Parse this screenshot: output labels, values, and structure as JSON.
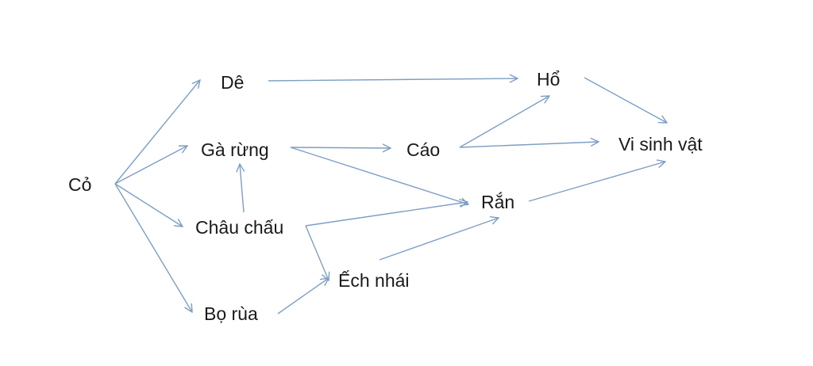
{
  "diagram": {
    "nodes": [
      {
        "id": "co",
        "label": "Cỏ"
      },
      {
        "id": "de",
        "label": "Dê"
      },
      {
        "id": "ga_rung",
        "label": "Gà rừng"
      },
      {
        "id": "chau_chau",
        "label": "Châu chấu"
      },
      {
        "id": "bo_rua",
        "label": "Bọ rùa"
      },
      {
        "id": "cao",
        "label": "Cáo"
      },
      {
        "id": "ran",
        "label": "Rắn"
      },
      {
        "id": "ech_nhai",
        "label": "Ếch nhái"
      },
      {
        "id": "ho",
        "label": "Hổ"
      },
      {
        "id": "vi_sinh_vat",
        "label": "Vi sinh vật"
      }
    ],
    "edges": [
      {
        "from": "co",
        "to": "de"
      },
      {
        "from": "co",
        "to": "ga_rung"
      },
      {
        "from": "co",
        "to": "chau_chau"
      },
      {
        "from": "co",
        "to": "bo_rua"
      },
      {
        "from": "de",
        "to": "ho"
      },
      {
        "from": "chau_chau",
        "to": "ga_rung"
      },
      {
        "from": "ga_rung",
        "to": "cao"
      },
      {
        "from": "ga_rung",
        "to": "ran"
      },
      {
        "from": "chau_chau",
        "to": "ran"
      },
      {
        "from": "chau_chau",
        "to": "ech_nhai"
      },
      {
        "from": "bo_rua",
        "to": "ech_nhai"
      },
      {
        "from": "ech_nhai",
        "to": "ran"
      },
      {
        "from": "cao",
        "to": "ho"
      },
      {
        "from": "cao",
        "to": "vi_sinh_vat"
      },
      {
        "from": "ho",
        "to": "vi_sinh_vat"
      },
      {
        "from": "ran",
        "to": "vi_sinh_vat"
      }
    ],
    "colors": {
      "edge": "#7e9ec4",
      "text": "#1a1a1a",
      "background": "#ffffff"
    }
  }
}
